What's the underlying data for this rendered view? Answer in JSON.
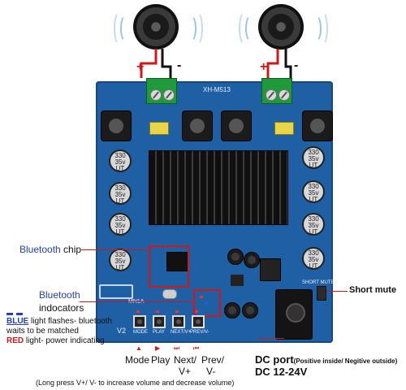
{
  "board": {
    "model": "XH-M513",
    "version": "V2",
    "pcb_text": "MN1A",
    "buttons": [
      "MODE",
      "PLAY",
      "NEXT/V+",
      "PREV/V-"
    ],
    "cap_label_lines": [
      "330",
      "35v",
      "UT"
    ],
    "cap_label_lines_rotated": [
      "330",
      "35v",
      "UT"
    ],
    "short_mute_silk": "SHORT MUTE"
  },
  "polarity": {
    "plus": "+",
    "minus": "-"
  },
  "labels": {
    "bt_chip_word": "Bluetooth",
    "bt_chip_rest": " chip",
    "bt_ind_line1": "Bluetooth",
    "bt_ind_line2": "indocators",
    "blue_word": "BLUE",
    "blue_rest": " light flashes- bluetooth",
    "blue_line2": "waits to be matched",
    "red_word": "RED",
    "red_rest": " light- power indicating",
    "short_mute": "Short mute",
    "mode": "Mode",
    "play": "Play",
    "next": "Next/",
    "next2": "V+",
    "prev": "Prev/",
    "prev2": "V-",
    "dc_port": "DC port",
    "dc_port_note": "(Positive inside/ Negitive outside)",
    "dc_voltage": "DC 12-24V",
    "long_press": "(Long press V+/ V- to increase volume and decrease volume)"
  },
  "colors": {
    "blue": "#2340b8",
    "red": "#d01818",
    "pcb": "#1f5fa3"
  }
}
